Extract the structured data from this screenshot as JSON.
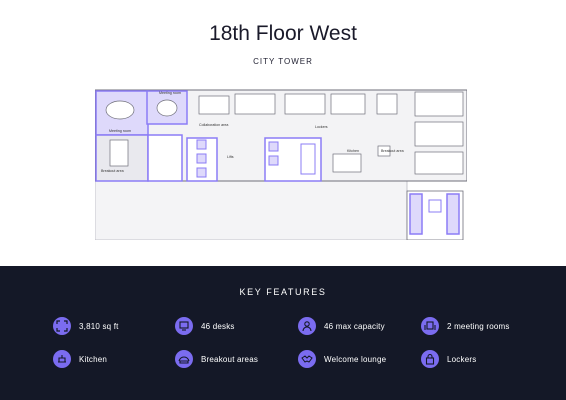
{
  "header": {
    "title": "18th Floor West",
    "subtitle": "CITY TOWER"
  },
  "floorplan": {
    "labels": {
      "meeting_room_1": "Meeting room",
      "meeting_room_2": "Meeting room",
      "collaboration_area": "Collaboration area",
      "lockers": "Lockers",
      "kitchen": "Kitchen",
      "breakout_area_right": "Breakout area",
      "breakout_area_left": "Breakout area",
      "lifts": "Lifts"
    },
    "accent_color": "#8b7cf6",
    "fill_color": "#ded9fb"
  },
  "key_features": {
    "heading": "KEY FEATURES",
    "items": [
      {
        "label": "3,810 sq ft",
        "icon": "area-icon"
      },
      {
        "label": "46 desks",
        "icon": "desk-icon"
      },
      {
        "label": "46 max capacity",
        "icon": "people-icon"
      },
      {
        "label": "2 meeting rooms",
        "icon": "meeting-room-icon"
      },
      {
        "label": "Kitchen",
        "icon": "kitchen-icon"
      },
      {
        "label": "Breakout areas",
        "icon": "breakout-icon"
      },
      {
        "label": "Welcome lounge",
        "icon": "handshake-icon"
      },
      {
        "label": "Lockers",
        "icon": "lock-icon"
      }
    ]
  },
  "colors": {
    "band_background": "#141827",
    "icon_background": "#7b6cf0"
  }
}
